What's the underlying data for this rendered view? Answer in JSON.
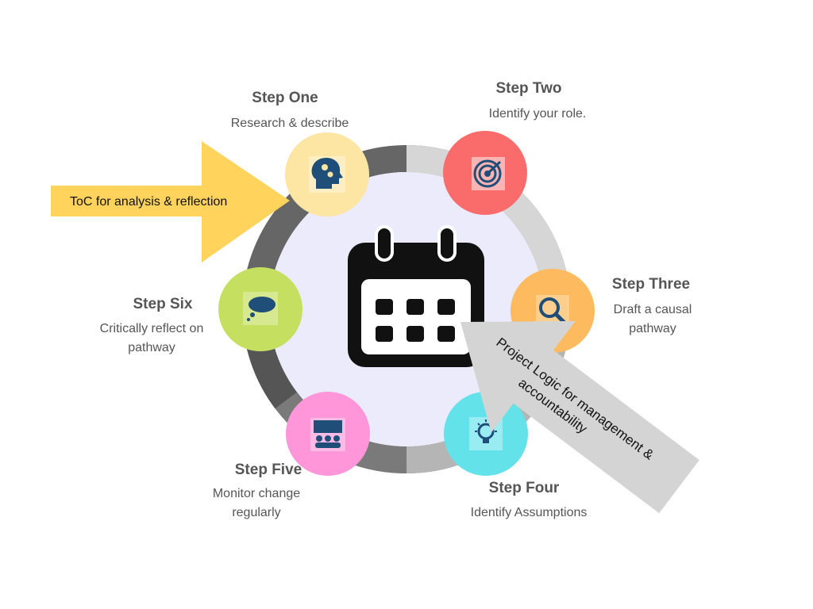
{
  "arrows": {
    "toc_label": "ToC for analysis & reflection",
    "project_logic_label_line1": "Project Logic for management &",
    "project_logic_label_line2": "accountability"
  },
  "center": {
    "icon": "calendar-icon"
  },
  "steps": [
    {
      "title": "Step One",
      "description": "Research & describe",
      "icon": "head-gears-icon",
      "color": "#FDE5A4"
    },
    {
      "title": "Step Two",
      "description": "Identify your role.",
      "icon": "target-icon",
      "color": "#FA6B6B"
    },
    {
      "title": "Step Three",
      "description": "Draft a causal pathway",
      "icon": "magnifier-icon",
      "color": "#FDBA5E"
    },
    {
      "title": "Step Four",
      "description": "Identify Assumptions",
      "icon": "lightbulb-icon",
      "color": "#63E2EA"
    },
    {
      "title": "Step Five",
      "description": "Monitor change regularly",
      "icon": "presentation-icon",
      "color": "#FF96D9"
    },
    {
      "title": "Step Six",
      "description": "Critically reflect on pathway",
      "icon": "thought-bubble-icon",
      "color": "#C5E060"
    }
  ],
  "colors": {
    "ring_inner_fill": "#ECEBFC",
    "toc_arrow": "#FFD35C",
    "project_arrow": "#D4D4D4",
    "icon_dark": "#1F4E79"
  }
}
